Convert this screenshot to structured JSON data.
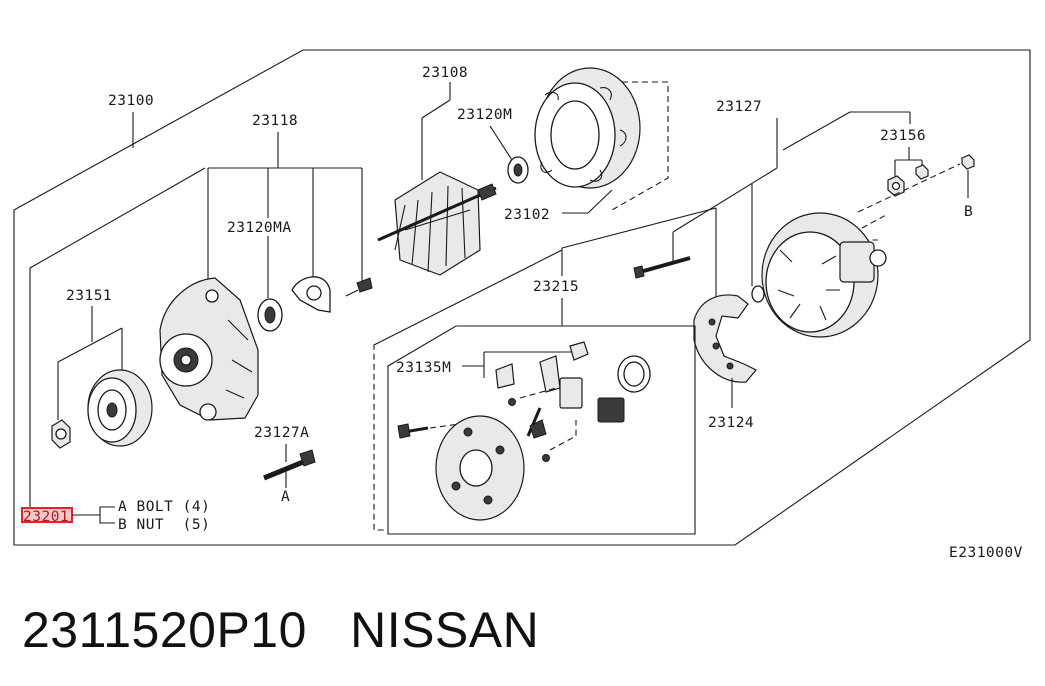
{
  "labels": {
    "assembly": "23100",
    "rear_housing": "23118",
    "bearing_ma": "23120MA",
    "pulley": "23151",
    "through_bolt": "23127A",
    "rotor": "23108",
    "bearing_m": "23120M",
    "stator": "23102",
    "front_cover_group": "23127",
    "nuts": "23156",
    "brush_holder_group": "23215",
    "regulator": "23135M",
    "rectifier": "23124",
    "fastener_kit": "23201",
    "callout_a": "A",
    "callout_b": "B",
    "figure_code": "E231000V"
  },
  "legend": {
    "line_a": "A BOLT (4)",
    "line_b": "B NUT  (5)"
  },
  "highlight_color": "#e8202a",
  "caption": "2311520P10   NISSAN"
}
